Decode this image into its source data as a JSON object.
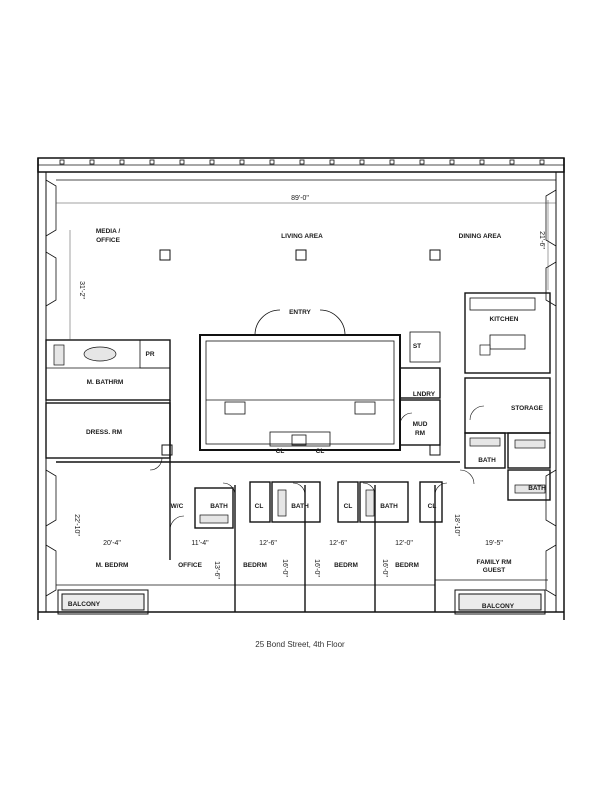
{
  "caption": "25 Bond Street, 4th Floor",
  "rooms": {
    "media_office_1": "MEDIA /",
    "media_office_2": "OFFICE",
    "living_area": "LIVING AREA",
    "dining_area": "DINING AREA",
    "entry": "ENTRY",
    "kitchen": "KITCHEN",
    "pr": "PR",
    "st": "ST",
    "m_bathrm": "M. BATHRM",
    "lndry": "LNDRY",
    "storage": "STORAGE",
    "dress_rm": "DRESS. RM",
    "mud_rm_1": "MUD",
    "mud_rm_2": "RM",
    "cl_1": "CL",
    "cl_2": "CL",
    "cl_3": "CL",
    "cl_4": "CL",
    "cl_5": "CL",
    "bath_1": "BATH",
    "bath_2": "BATH",
    "bath_3": "BATH",
    "bath_4": "BATH",
    "bath_5": "BATH",
    "wic": "W/C",
    "m_bedrm": "M. BEDRM",
    "office": "OFFICE",
    "bedrm_1": "BEDRM",
    "bedrm_2": "BEDRM",
    "bedrm_3": "BEDRM",
    "family_rm_1": "FAMILY RM",
    "family_rm_2": "GUEST",
    "balcony_1": "BALCONY",
    "balcony_2": "BALCONY"
  },
  "dimensions": {
    "overall_width": "89'-0\"",
    "left_depth": "31'-2\"",
    "right_height": "21'-6\"",
    "lower_left_depth": "22'-10\"",
    "m_bedrm_width": "20'-4\"",
    "office_width": "11'-4\"",
    "office_depth": "13'-6\"",
    "bedrm1_width": "12'-6\"",
    "bedrm1_depth": "16'-0\"",
    "bedrm2_width": "12'-6\"",
    "bedrm2_depth": "16'-0\"",
    "bedrm3_width": "12'-0\"",
    "bedrm3_depth": "16'-0\"",
    "family_depth": "18'-10\"",
    "family_width": "19'-5\""
  }
}
